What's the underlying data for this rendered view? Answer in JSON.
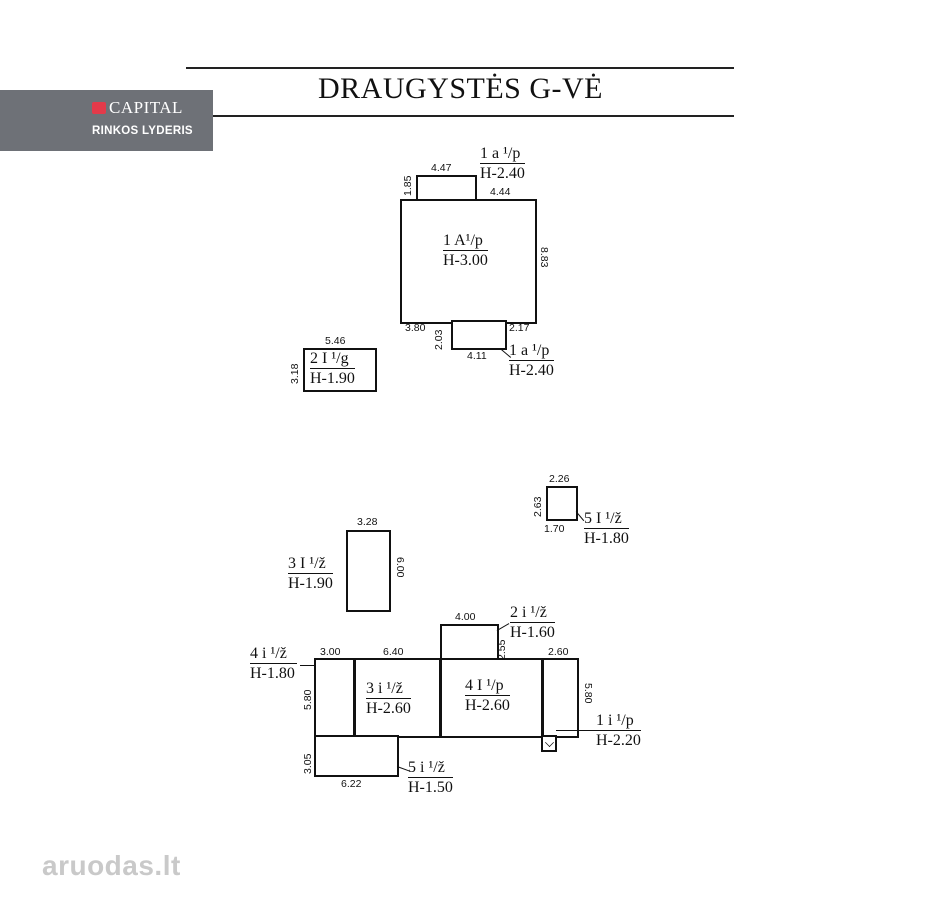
{
  "street_title": "DRAUGYSTĖS G-VĖ",
  "badge": {
    "brand": "CAPITAL",
    "tagline": "RINKOS LYDERIS"
  },
  "watermark": "aruodas.lt",
  "top_building": {
    "main": {
      "label": "1 A¹/p",
      "height": "H-3.00",
      "dims": {
        "right": "8.83"
      }
    },
    "top_porch": {
      "label": "1 a ¹/p",
      "height": "H-2.40",
      "dims": {
        "width": "4.47",
        "side": "1.85",
        "right": "4.44"
      }
    },
    "bottom_porch": {
      "label": "1 a ¹/p",
      "height": "H-2.40",
      "dims": {
        "left": "3.80",
        "side": "2.03",
        "right": "2.17",
        "width": "4.11"
      }
    }
  },
  "garage": {
    "label": "2 I ¹/g",
    "height": "H-1.90",
    "dims": {
      "width": "5.46",
      "side": "3.18"
    }
  },
  "shed_small": {
    "label": "5 I ¹/ž",
    "height": "H-1.80",
    "dims": {
      "width": "2.26",
      "side": "2.63",
      "bottom": "1.70"
    }
  },
  "shed_3": {
    "label": "3 I ¹/ž",
    "height": "H-1.90",
    "dims": {
      "width": "3.28",
      "side": "6.00"
    }
  },
  "complex": {
    "b4i": {
      "label": "4 i ¹/ž",
      "height": "H-1.80"
    },
    "b3i": {
      "label": "3 i ¹/ž",
      "height": "H-2.60"
    },
    "b4I": {
      "label": "4 I ¹/p",
      "height": "H-2.60"
    },
    "b2i": {
      "label": "2 i ¹/ž",
      "height": "H-1.60"
    },
    "b1i": {
      "label": "1 i ¹/p",
      "height": "H-2.20"
    },
    "b5i": {
      "label": "5 i ¹/ž",
      "height": "H-1.50"
    },
    "dims": {
      "w300": "3.00",
      "w640": "6.40",
      "w400": "4.00",
      "h255": "2.55",
      "w260": "2.60",
      "h580l": "5.80",
      "h580r": "5.80",
      "h305": "3.05",
      "w622": "6.22"
    }
  }
}
